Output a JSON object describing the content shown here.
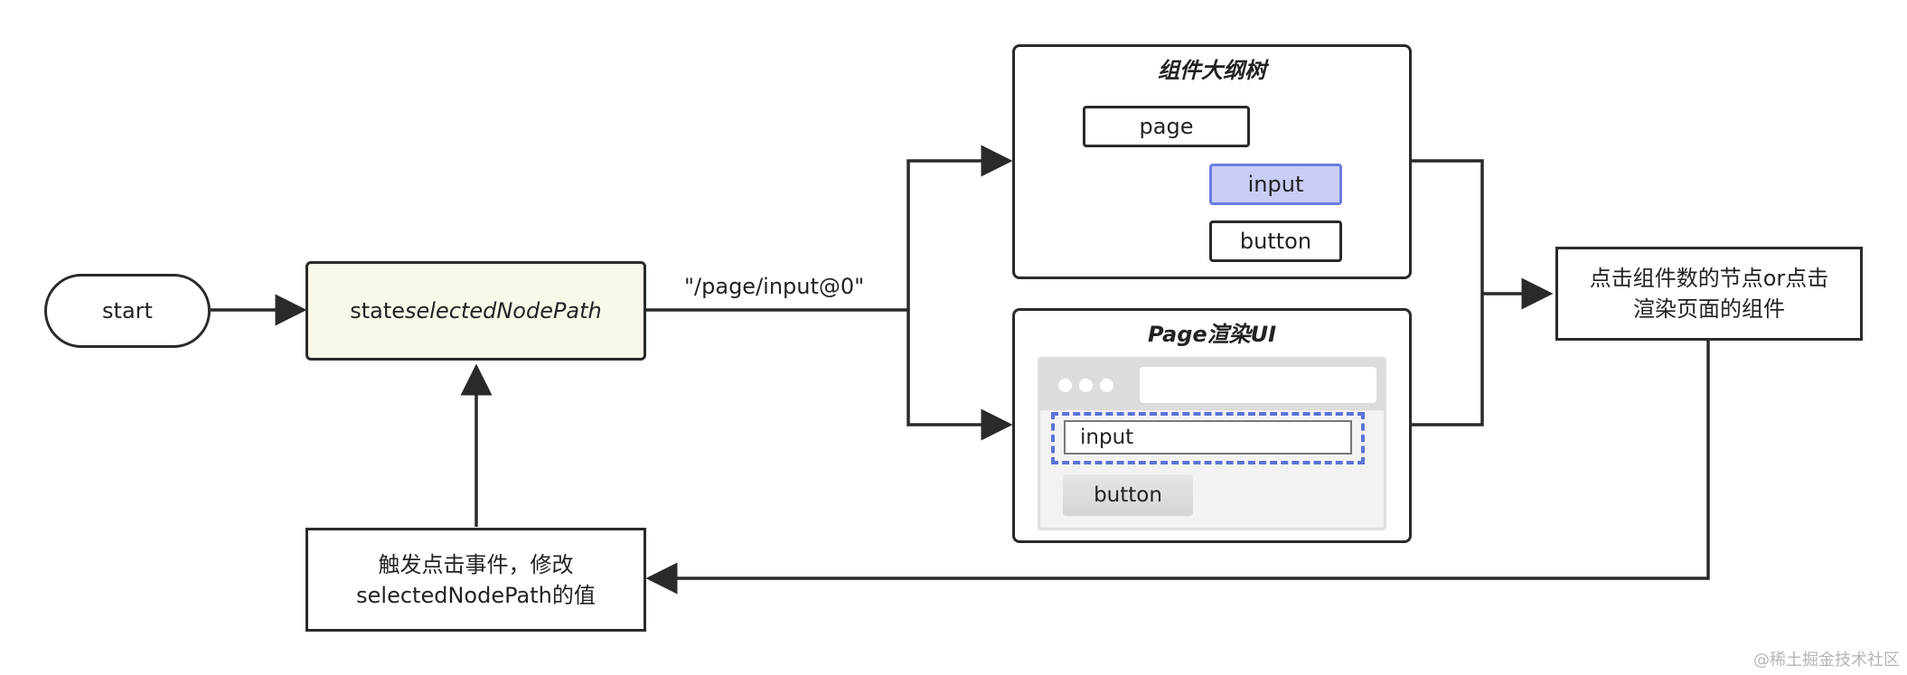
{
  "nodes": {
    "start": "start",
    "state_prefix": "state",
    "state_var": "selectedNodePath",
    "trigger_line1": "触发点击事件，修改",
    "trigger_line2": "selectedNodePath的值",
    "result_line1": "点击组件数的节点or点击",
    "result_line2": "渲染页面的组件"
  },
  "edge_label": "\"/page/input@0\"",
  "outline_panel": {
    "title": "组件大纲树",
    "root": "page",
    "children": [
      "input",
      "button"
    ],
    "selected": "input"
  },
  "render_panel": {
    "title": "Page渲染UI",
    "input_label": "input",
    "button_label": "button"
  },
  "colors": {
    "state_fill": "#faf8e8",
    "selected_fill": "#c9ccf5",
    "selection_border": "#5b73d6"
  },
  "watermark": "@稀土掘金技术社区"
}
